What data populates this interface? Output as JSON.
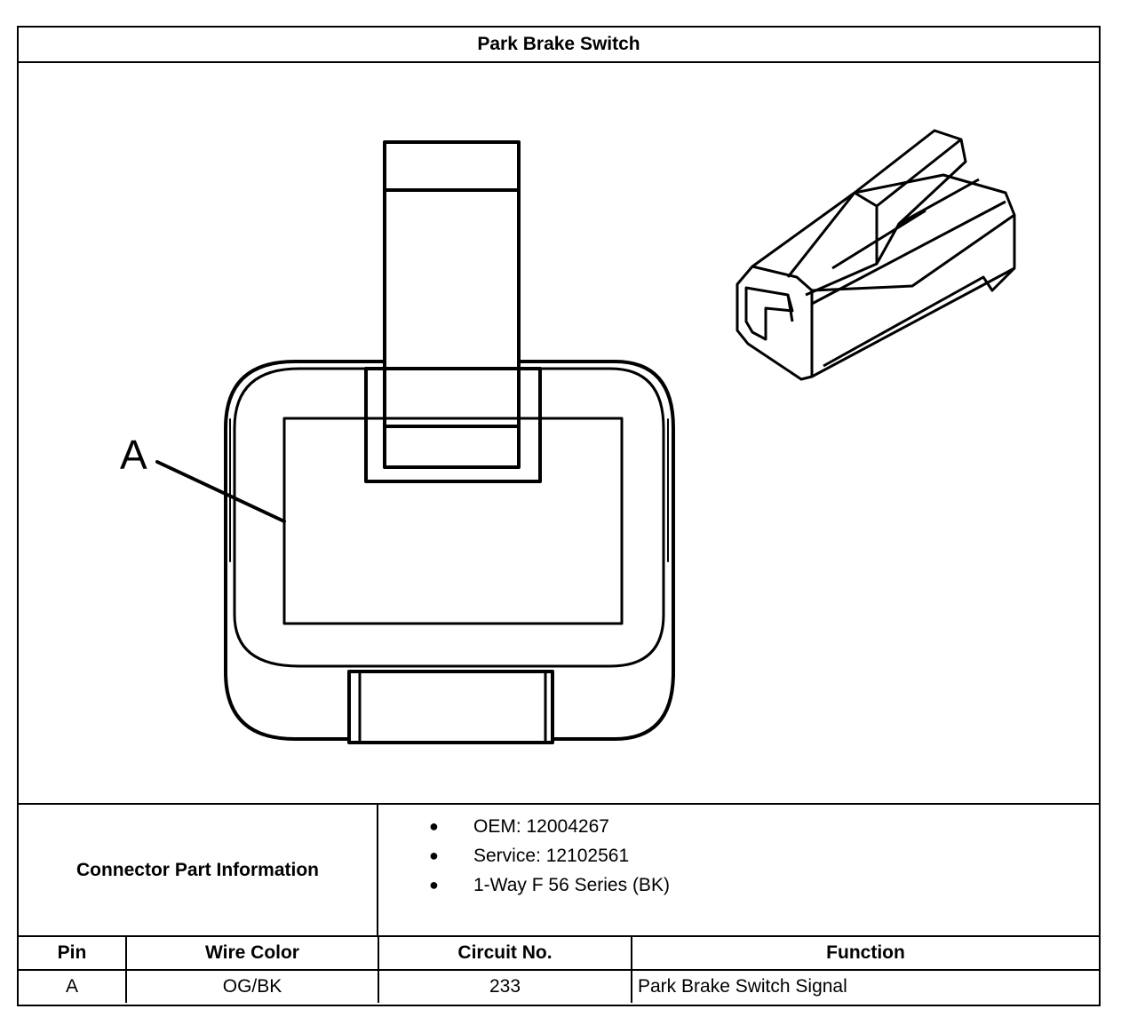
{
  "title": "Park Brake Switch",
  "drawing": {
    "callout_label": "A",
    "icons": [
      "connector-face-icon",
      "connector-3d-icon"
    ]
  },
  "connector_info": {
    "label": "Connector Part Information",
    "items": [
      "OEM: 12004267",
      "Service: 12102561",
      "1-Way F 56 Series (BK)"
    ]
  },
  "pin_table": {
    "headers": [
      "Pin",
      "Wire Color",
      "Circuit No.",
      "Function"
    ],
    "rows": [
      [
        "A",
        "OG/BK",
        "233",
        "Park Brake Switch Signal"
      ]
    ]
  }
}
